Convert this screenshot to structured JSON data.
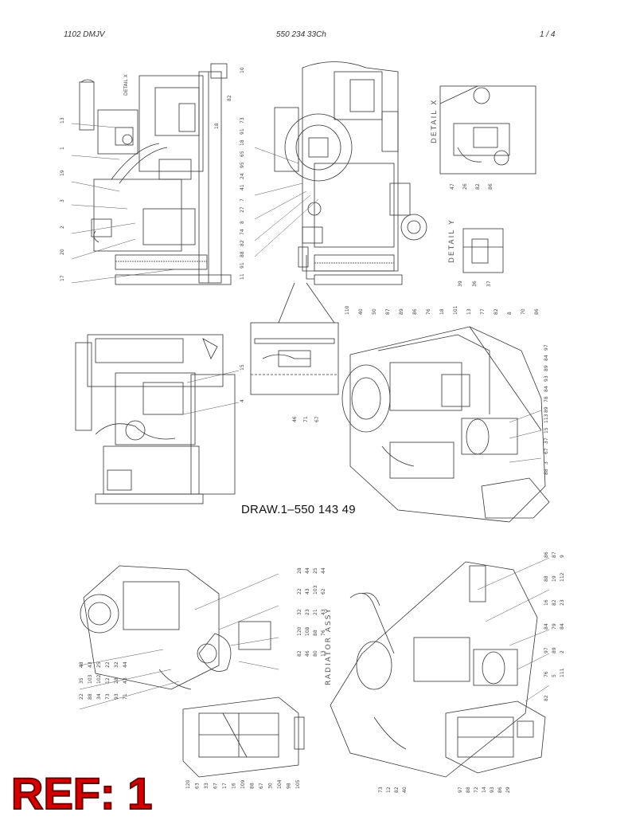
{
  "header": {
    "model": "1102 DMJV",
    "doc_number": "550 234 33Ch",
    "page": "1 /   4"
  },
  "drawing_ref": "DRAW.1–550 143 49",
  "stamp": "REF: 1",
  "view_titles": {
    "detail_x": "DETAIL X",
    "detail_y": "DETAIL Y",
    "radiator": "RADIATOR ASSY",
    "detail_x_small": "DETAIL X"
  },
  "callouts": {
    "view1_left": [
      "13",
      "1",
      "19",
      "3",
      "2",
      "20",
      "17"
    ],
    "view1_top": [
      "10",
      "82",
      "18"
    ],
    "view2_left": [
      "73",
      "91",
      "18",
      "65",
      "95",
      "24",
      "41",
      "7",
      "27",
      "8",
      "74",
      "82",
      "88",
      "91",
      "11"
    ],
    "detail_x": [
      "47",
      "26",
      "82",
      "86"
    ],
    "detail_y": [
      "39",
      "36",
      "37"
    ],
    "view3_right": [
      "15",
      "4"
    ],
    "view3_inset": [
      "46",
      "71",
      "67"
    ],
    "view4_top": [
      "110",
      "40",
      "50",
      "87",
      "89",
      "86",
      "76",
      "18",
      "101",
      "13",
      "77",
      "82",
      "8",
      "70",
      "86"
    ],
    "view4_right": [
      "97",
      "84",
      "89",
      "93",
      "84",
      "78",
      "89",
      "113",
      "15",
      "37",
      "67",
      "3",
      "88"
    ],
    "view5_left": [
      "48",
      "43",
      "25",
      "22",
      "32",
      "44",
      "35",
      "103",
      "102",
      "12",
      "28",
      "43",
      "22",
      "88",
      "34",
      "73",
      "93",
      "71"
    ],
    "view5_right": [
      "28",
      "44",
      "25",
      "44",
      "22",
      "43",
      "103",
      "62",
      "32",
      "23",
      "21",
      "43",
      "120",
      "108",
      "88",
      "76",
      "82",
      "46",
      "80",
      "13"
    ],
    "view5_bottom": [
      "120",
      "63",
      "33",
      "67",
      "17",
      "16",
      "109",
      "88",
      "67",
      "30",
      "104",
      "98",
      "105"
    ],
    "view6_right": [
      "86",
      "87",
      "9",
      "88",
      "19",
      "112",
      "16",
      "82",
      "23",
      "84",
      "79",
      "84",
      "97",
      "89",
      "2",
      "76",
      "5",
      "111",
      "82"
    ],
    "view6_bottom": [
      "73",
      "12",
      "82",
      "40",
      "97",
      "88",
      "72",
      "14",
      "93",
      "86",
      "29"
    ]
  }
}
